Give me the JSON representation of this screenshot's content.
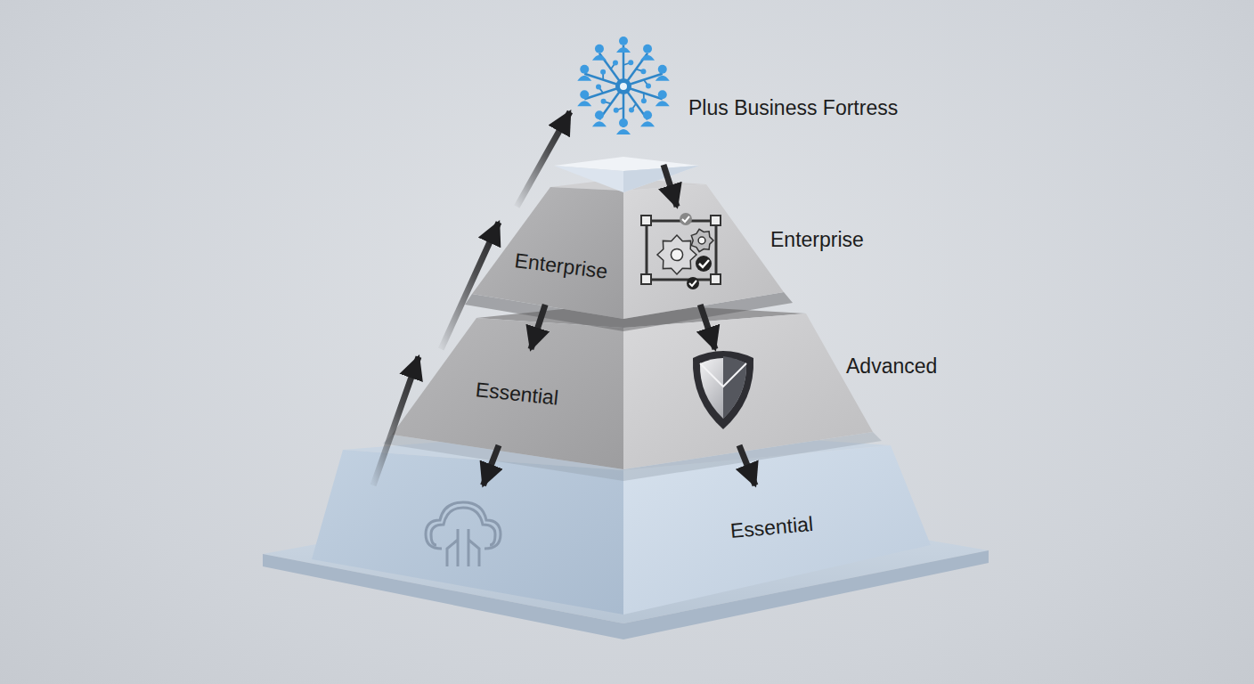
{
  "diagram": {
    "nodes": [
      {
        "text": [
          "Plus Business Fortress"
        ]
      },
      {
        "text": [
          "Enterprise",
          "Enterprise"
        ]
      },
      {
        "text": [
          "Essential",
          "Advanced"
        ]
      },
      {
        "text": [
          "Essential"
        ]
      }
    ],
    "edges": [
      {
        "from": 0,
        "to": 1,
        "arrow": "to"
      },
      {
        "from": 1,
        "to": 2,
        "arrow": "to"
      },
      {
        "from": 1,
        "to": 2,
        "arrow": "to"
      },
      {
        "from": 2,
        "to": 3,
        "arrow": "to"
      },
      {
        "from": 2,
        "to": 3,
        "arrow": "to"
      },
      {
        "from": 3,
        "to": 2,
        "arrow": "to"
      },
      {
        "from": 2,
        "to": 1,
        "arrow": "to"
      },
      {
        "from": 1,
        "to": 0,
        "arrow": "to"
      }
    ]
  }
}
